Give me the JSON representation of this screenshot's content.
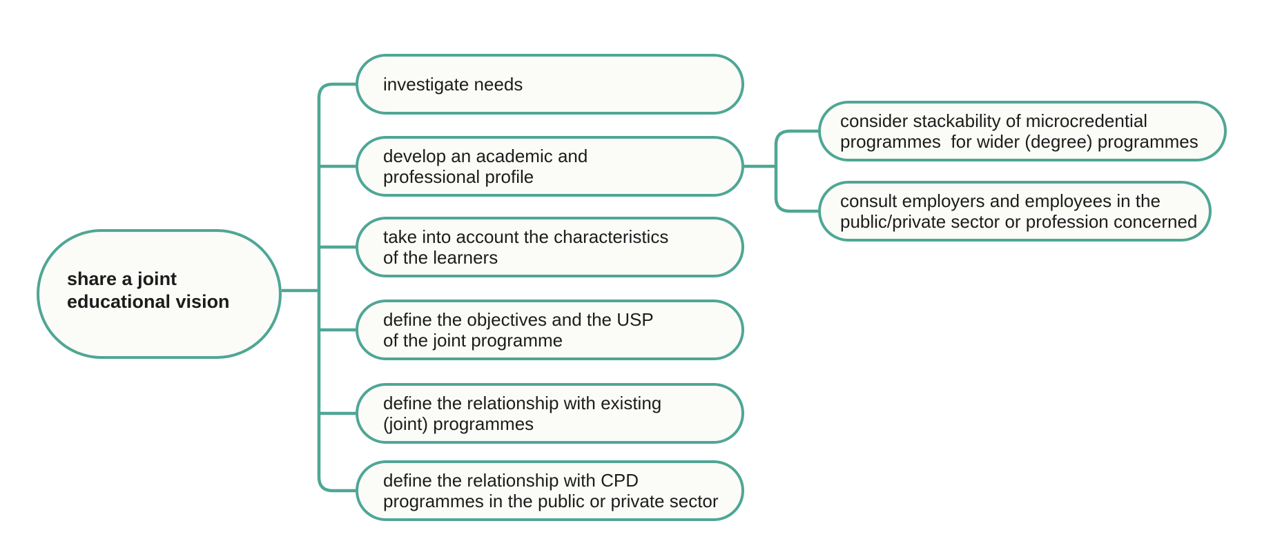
{
  "colors": {
    "accent": "#4FA695",
    "node_fill": "#FBFBF7",
    "text": "#1C1C1C",
    "background": "#FFFFFF"
  },
  "diagram": {
    "root": {
      "lines": [
        "share a joint",
        "educational vision"
      ]
    },
    "children": [
      {
        "lines": [
          "investigate needs",
          ""
        ]
      },
      {
        "lines": [
          "develop an academic and",
          "professional profile"
        ]
      },
      {
        "lines": [
          "take into account the characteristics",
          "of the learners"
        ]
      },
      {
        "lines": [
          "define the objectives and the USP",
          "of the joint programme"
        ]
      },
      {
        "lines": [
          "define the relationship with existing",
          "(joint) programmes"
        ]
      },
      {
        "lines": [
          "define the relationship with CPD",
          "programmes in the public or private sector"
        ]
      }
    ],
    "grandchildren": [
      {
        "lines": [
          "consider stackability of microcredential",
          "programmes  for wider (degree) programmes"
        ]
      },
      {
        "lines": [
          "consult employers and employees in the",
          "public/private sector or profession concerned"
        ]
      }
    ]
  }
}
